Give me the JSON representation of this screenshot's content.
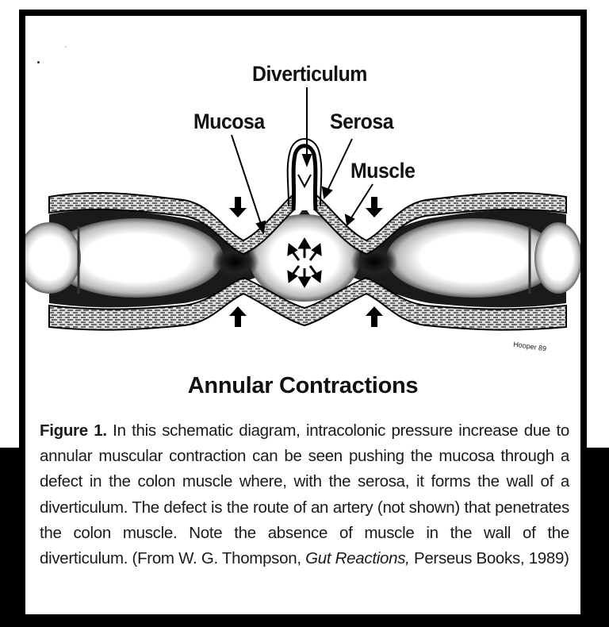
{
  "figure": {
    "labels": {
      "diverticulum": "Diverticulum",
      "mucosa": "Mucosa",
      "serosa": "Serosa",
      "muscle": "Muscle"
    },
    "title": "Annular Contractions",
    "signature": "Hooper 89",
    "arrows": {
      "contraction_arrows": [
        "down",
        "down",
        "up",
        "up"
      ],
      "pressure_arrows_count": 6
    }
  },
  "caption": {
    "figure_number": "Figure 1.",
    "text_before_italic": " In this schematic diagram, intracolonic pressure increase due to annular muscular contraction can be seen pushing the mucosa through a defect in the colon muscle where, with the serosa, it forms the wall of a diverticulum. The defect is the route of an artery (not shown) that penetrates the colon muscle. Note the absence of muscle in the wall of the diverticulum. (From W. G. Thompson, ",
    "italic_title": "Gut Reactions,",
    "text_after_italic": " Perseus Books, 1989)"
  },
  "colors": {
    "frame": "#000000",
    "background": "#ffffff",
    "ink": "#111111"
  }
}
